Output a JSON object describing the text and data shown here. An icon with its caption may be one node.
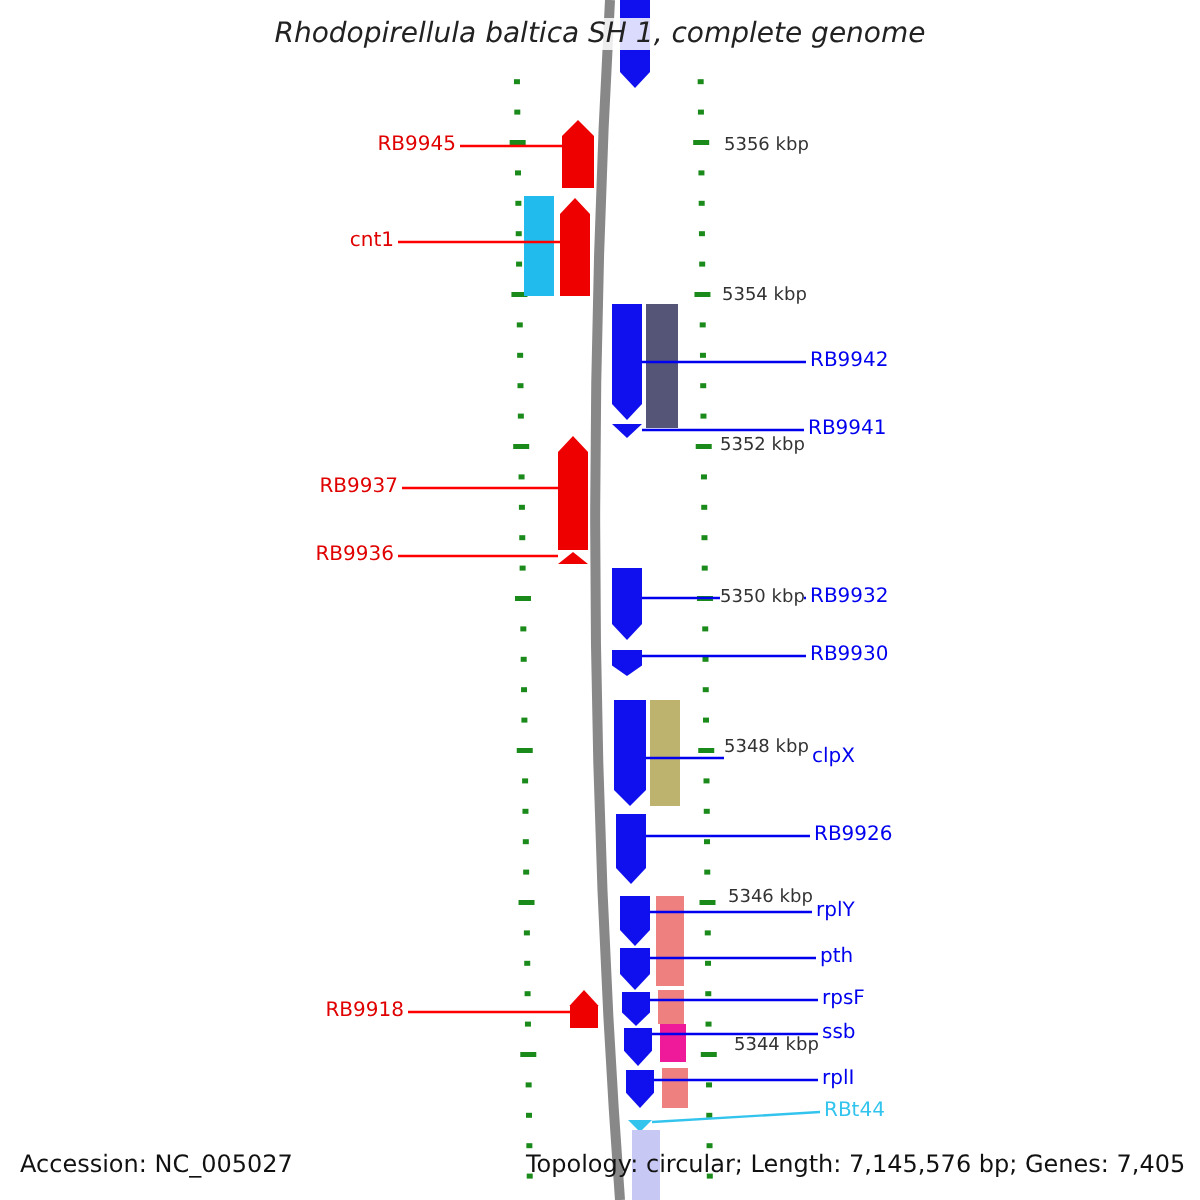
{
  "diagram": {
    "title": "Rhodopirellula baltica SH 1, complete genome",
    "nodes": [
      {
        "text": [],
        "shape": "pentagon"
      },
      {
        "text": [
          "RB9945"
        ]
      },
      {
        "text": [],
        "shape": "pentagon"
      },
      {
        "text": [
          "cnt1"
        ]
      },
      {
        "text": [],
        "shape": "box"
      },
      {
        "text": [],
        "shape": "pentagon"
      },
      {
        "text": [
          "RB9942"
        ]
      },
      {
        "text": [],
        "shape": "pentagon"
      },
      {
        "text": [],
        "shape": "box"
      },
      {
        "text": [
          "RB9941"
        ]
      },
      {
        "text": [],
        "shape": "triangle"
      },
      {
        "text": [
          "RB9937"
        ]
      },
      {
        "text": [],
        "shape": "pentagon"
      },
      {
        "text": [
          "RB9936"
        ]
      },
      {
        "text": [],
        "shape": "triangle"
      },
      {
        "text": [
          "RB9932"
        ]
      },
      {
        "text": [],
        "shape": "pentagon"
      },
      {
        "text": [
          "RB9930"
        ]
      },
      {
        "text": [],
        "shape": "pentagon"
      },
      {
        "text": [
          "clpX"
        ]
      },
      {
        "text": [],
        "shape": "pentagon"
      },
      {
        "text": [],
        "shape": "box"
      },
      {
        "text": [
          "RB9926"
        ]
      },
      {
        "text": [],
        "shape": "pentagon"
      },
      {
        "text": [
          "rplY"
        ]
      },
      {
        "text": [],
        "shape": "pentagon"
      },
      {
        "text": [],
        "shape": "box"
      },
      {
        "text": [
          "pth"
        ]
      },
      {
        "text": [],
        "shape": "pentagon"
      },
      {
        "text": [
          "RB9918"
        ]
      },
      {
        "text": [],
        "shape": "pentagon"
      },
      {
        "text": [
          "rpsF"
        ]
      },
      {
        "text": [],
        "shape": "pentagon"
      },
      {
        "text": [],
        "shape": "box"
      },
      {
        "text": [
          "ssb"
        ]
      },
      {
        "text": [],
        "shape": "pentagon"
      },
      {
        "text": [],
        "shape": "box"
      },
      {
        "text": [
          "rplI"
        ]
      },
      {
        "text": [],
        "shape": "pentagon"
      },
      {
        "text": [],
        "shape": "box"
      },
      {
        "text": [
          "RBt44"
        ]
      },
      {
        "text": [],
        "shape": "triangle"
      },
      {
        "text": [],
        "shape": "bar"
      }
    ],
    "edges": [
      {
        "from": 1,
        "to": 2,
        "arrow": "none",
        "color": "#ff0000"
      },
      {
        "from": 3,
        "to": 5,
        "arrow": "none",
        "color": "#ff0000"
      },
      {
        "from": 6,
        "to": 7,
        "arrow": "none"
      },
      {
        "from": 9,
        "to": 10,
        "arrow": "none"
      },
      {
        "from": 11,
        "to": 12,
        "arrow": "none",
        "color": "#ff0000"
      },
      {
        "from": 13,
        "to": 14,
        "arrow": "none",
        "color": "#ff0000"
      },
      {
        "from": 15,
        "to": 16,
        "arrow": "none"
      },
      {
        "from": 17,
        "to": 18,
        "arrow": "none"
      },
      {
        "from": 19,
        "to": 20,
        "arrow": "none"
      },
      {
        "from": 22,
        "to": 23,
        "arrow": "none"
      },
      {
        "from": 24,
        "to": 25,
        "arrow": "none"
      },
      {
        "from": 27,
        "to": 28,
        "arrow": "none"
      },
      {
        "from": 29,
        "to": 30,
        "arrow": "none",
        "color": "#ff0000"
      },
      {
        "from": 31,
        "to": 32,
        "arrow": "none"
      },
      {
        "from": 34,
        "to": 35,
        "arrow": "none"
      },
      {
        "from": 37,
        "to": 38,
        "arrow": "none"
      },
      {
        "from": 40,
        "to": 41,
        "arrow": "none",
        "color": "#33c4ee"
      }
    ],
    "labels": [
      "5356 kbp",
      "5354 kbp",
      "5352 kbp",
      "5350 kbp",
      "5348 kbp",
      "5346 kbp",
      "5344 kbp",
      "Accession: NC_005027",
      "Topology: circular; Length: 7,145,576 bp; Genes: 7,405"
    ]
  }
}
